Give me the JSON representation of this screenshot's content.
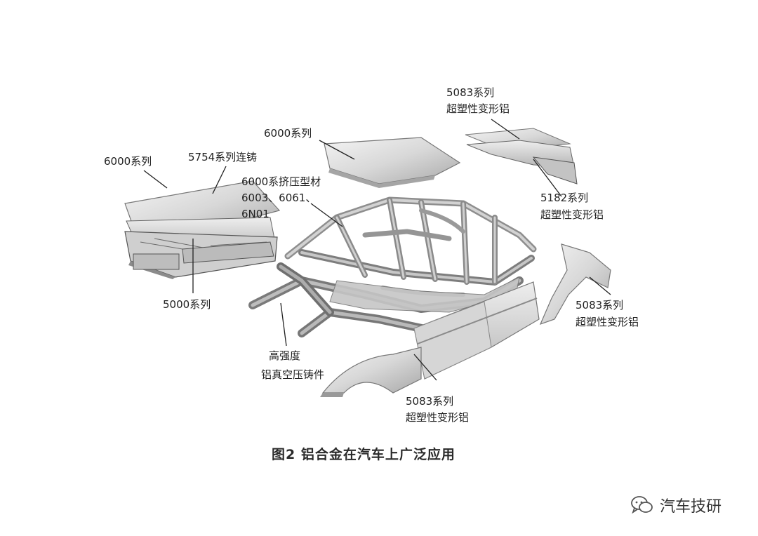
{
  "labels": {
    "hood_outer": "6000系列",
    "hood_cast": "5754系列连铸",
    "hood_inner": "5000系列",
    "roof": "6000系列",
    "extrusion_title": "6000系挤压型材",
    "extrusion_grades_1": "6003、6061、",
    "extrusion_grades_2": "6N01",
    "trunk_top_1": "5083系列",
    "trunk_top_2": "超塑性变形铝",
    "trunk_inner_1": "5182系列",
    "trunk_inner_2": "超塑性变形铝",
    "rear_fender_1": "5083系列",
    "rear_fender_2": "超塑性变形铝",
    "casting_1": "高强度",
    "casting_2": "铝真空压铸件",
    "front_fender_1": "5083系列",
    "front_fender_2": "超塑性变形铝"
  },
  "caption": "图2  铝合金在汽车上广泛应用",
  "watermark": {
    "icon": "wechat-icon",
    "text": "汽车技研"
  }
}
